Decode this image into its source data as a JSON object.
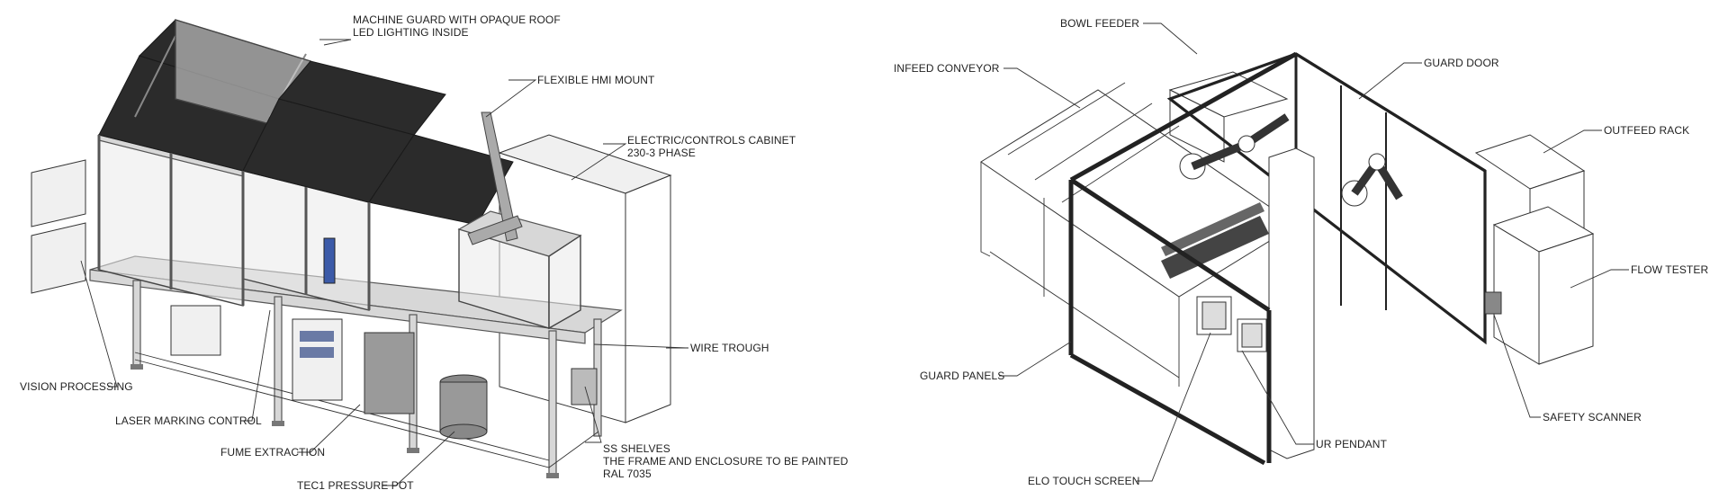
{
  "left": {
    "labels": {
      "machine_guard_1": "MACHINE GUARD WITH OPAQUE ROOF",
      "machine_guard_2": "LED LIGHTING INSIDE",
      "flexible_hmi": "FLEXIBLE HMI MOUNT",
      "cabinet_1": "ELECTRIC/CONTROLS CABINET",
      "cabinet_2": "230-3 PHASE",
      "wire_trough": "WIRE TROUGH",
      "vision_processing": "VISION PROCESSING",
      "laser_marking": "LASER MARKING CONTROL",
      "fume_extraction": "FUME EXTRACTION",
      "tec1_pot": "TEC1 PRESSURE POT",
      "ss_shelves": "SS SHELVES",
      "frame_paint_1": "THE FRAME AND ENCLOSURE TO BE PAINTED",
      "frame_paint_2": "RAL 7035"
    }
  },
  "right": {
    "labels": {
      "bowl_feeder": "BOWL FEEDER",
      "infeed_conveyor": "INFEED CONVEYOR",
      "guard_door": "GUARD DOOR",
      "outfeed_rack": "OUTFEED RACK",
      "flow_tester": "FLOW TESTER",
      "guard_panels": "GUARD PANELS",
      "safety_scanner": "SAFETY SCANNER",
      "ur_pendant": "UR PENDANT",
      "elo_touch": "ELO TOUCH SCREEN"
    }
  }
}
